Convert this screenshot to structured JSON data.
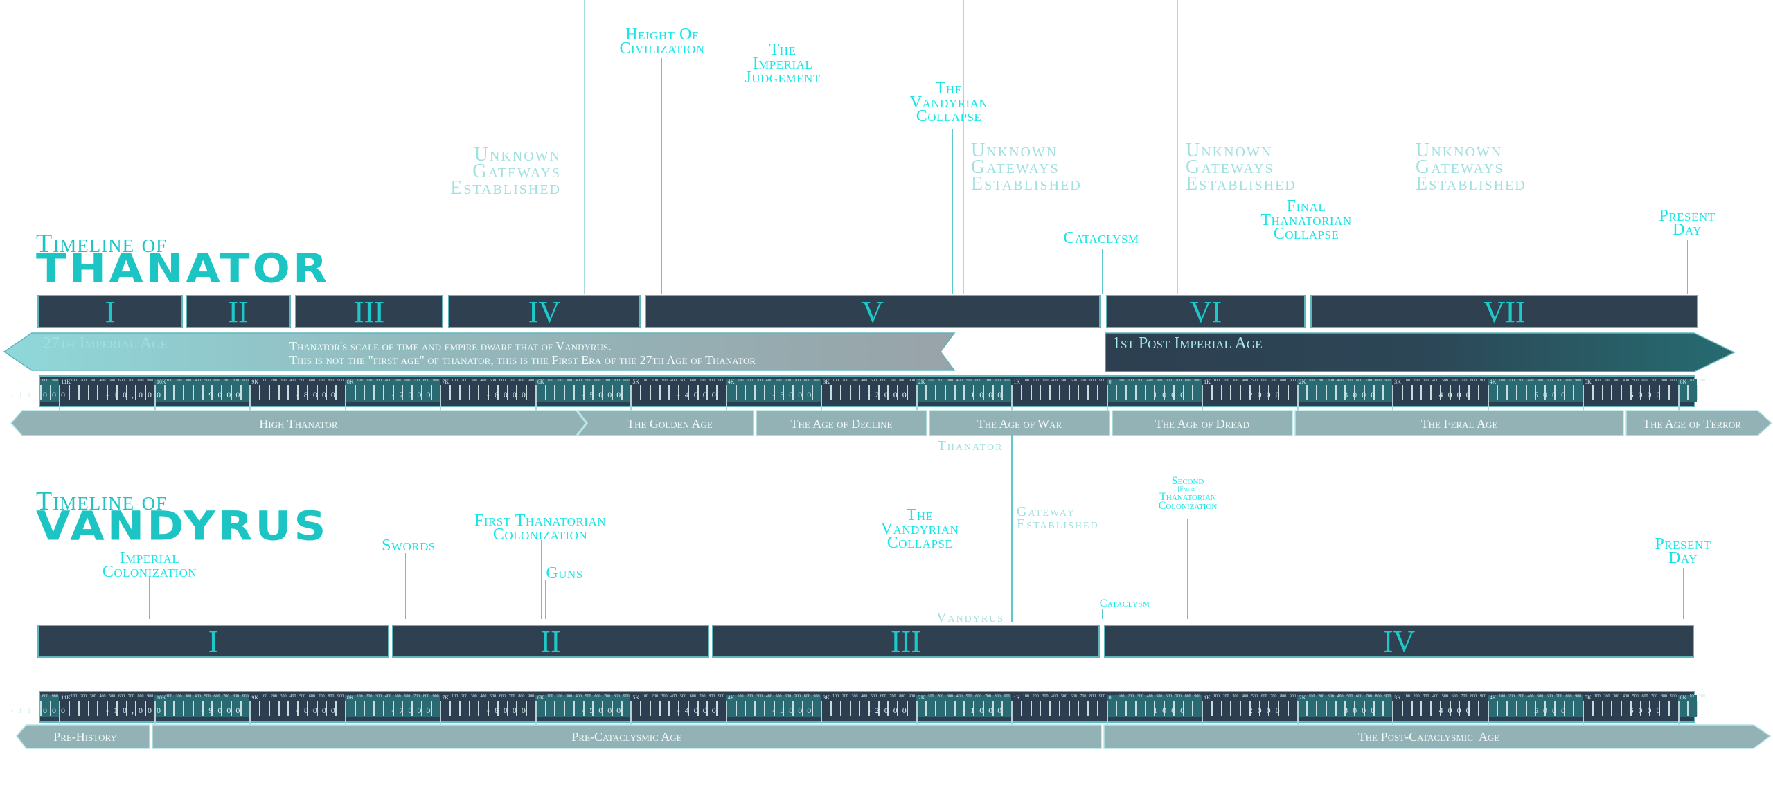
{
  "thanator": {
    "title_small": "Timeline of",
    "title_big": "THANATOR",
    "eras": [
      "I",
      "II",
      "III",
      "IV",
      "V",
      "VI",
      "VII"
    ],
    "events": {
      "height_of_civilization": "Height Of\nCivilization",
      "imperial_judgement": "The\nImperial\nJudgement",
      "vandyrian_collapse": "The\nVandyrian\nCollapse",
      "cataclysm": "Cataclysm",
      "final_collapse": "Final\nThanatorian\nCollapse",
      "present_day": "Present\nDay",
      "gateways": [
        "Unknown\nGateways\nEstablished",
        "Unknown\nGateways\nEstablished",
        "Unknown\nGateways\nEstablished",
        "Unknown\nGateways\nEstablished"
      ]
    },
    "banner_left_label": "27th Imperial Age",
    "banner_note_1": "Thanator's scale of time and empire dwarf that of Vandyrus.",
    "banner_note_2": "This is not the \"first age\" of thanator, this is the First Era of the 27th Age of Thanator",
    "banner_right_label": "1st Post Imperial Age",
    "ages": [
      "High Thanator",
      "The Golden Age",
      "The Age of Decline",
      "The Age of War",
      "The Age of Dread",
      "The Feral Age",
      "The Age of Terror"
    ]
  },
  "ruler": {
    "labels": [
      "-11,000",
      "-10,000",
      "-9000",
      "-8000",
      "-7000",
      "-6000",
      "-5000",
      "-4000",
      "-3000",
      "-2000",
      "-1000",
      "1000",
      "2000",
      "3000",
      "4000",
      "5000",
      "6000"
    ],
    "major_ticks": [
      "11K",
      "10K",
      "9K",
      "8K",
      "7K",
      "6K",
      "5K",
      "4K",
      "3K",
      "2K",
      "1K",
      "0",
      "1K",
      "2K",
      "3K",
      "4K",
      "5K",
      "6K"
    ],
    "minor_ticks": [
      "900",
      "800",
      "700",
      "600",
      "500",
      "400",
      "300",
      "200",
      "100"
    ]
  },
  "link": {
    "thanator_label": "Thanator",
    "gateway_label": "Gateway\nEstablished",
    "vandyrus_label": "Vandyrus"
  },
  "vandyrus": {
    "title_small": "Timeline of",
    "title_big": "VANDYRUS",
    "eras": [
      "I",
      "II",
      "III",
      "IV"
    ],
    "events": {
      "imperial_colonization": "Imperial\nColonization",
      "swords": "Swords",
      "first_colonization": "First Thanatorian\nColonization",
      "guns": "Guns",
      "vandyrian_collapse": "The\nVandyrian\nCollapse",
      "cataclysm": "Cataclysm",
      "second_colonization_1": "Second",
      "second_colonization_failed": "[Failed]",
      "second_colonization_2": "Thanatorian\nColonization",
      "present_day": "Present\nDay"
    },
    "ages": [
      "Pre-History",
      "Pre-Cataclysmic Age",
      "The Post-Cataclysmic  Age"
    ]
  },
  "colors": {
    "accent": "#1ec8c8",
    "era_bg": "#2f4050",
    "age_bg": "#93b2b6",
    "ruler_bg": "#2c3e4f",
    "ruler_highlight": "#2a6a72"
  }
}
